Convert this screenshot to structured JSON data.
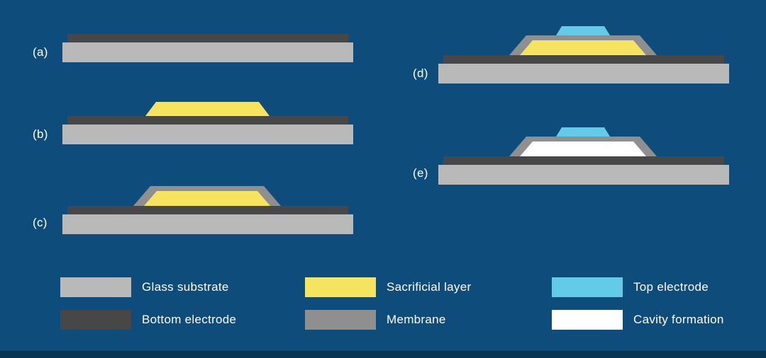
{
  "figure": {
    "type": "fabrication-process-cross-sections"
  },
  "colors": {
    "background": "#0e4c7c",
    "footer_bar": "#083553",
    "text": "#ffffff",
    "glass_substrate": "#b9b9b9",
    "bottom_electrode": "#474747",
    "sacrificial_layer": "#f6e45e",
    "membrane": "#8f8f8f",
    "top_electrode": "#63cbe8",
    "cavity_formation": "#ffffff"
  },
  "steps": [
    {
      "label": "(a)",
      "layers": [
        "glass_substrate",
        "bottom_electrode"
      ]
    },
    {
      "label": "(b)",
      "layers": [
        "glass_substrate",
        "bottom_electrode",
        "sacrificial_layer"
      ]
    },
    {
      "label": "(c)",
      "layers": [
        "glass_substrate",
        "bottom_electrode",
        "sacrificial_layer",
        "membrane"
      ]
    },
    {
      "label": "(d)",
      "layers": [
        "glass_substrate",
        "bottom_electrode",
        "sacrificial_layer",
        "membrane",
        "top_electrode"
      ]
    },
    {
      "label": "(e)",
      "layers": [
        "glass_substrate",
        "bottom_electrode",
        "cavity_formation",
        "membrane",
        "top_electrode"
      ]
    }
  ],
  "legend": [
    {
      "label": "Glass substrate",
      "color_key": "glass_substrate"
    },
    {
      "label": "Sacrificial layer",
      "color_key": "sacrificial_layer"
    },
    {
      "label": "Top electrode",
      "color_key": "top_electrode"
    },
    {
      "label": "Bottom electrode",
      "color_key": "bottom_electrode"
    },
    {
      "label": "Membrane",
      "color_key": "membrane"
    },
    {
      "label": "Cavity formation",
      "color_key": "cavity_formation"
    }
  ]
}
